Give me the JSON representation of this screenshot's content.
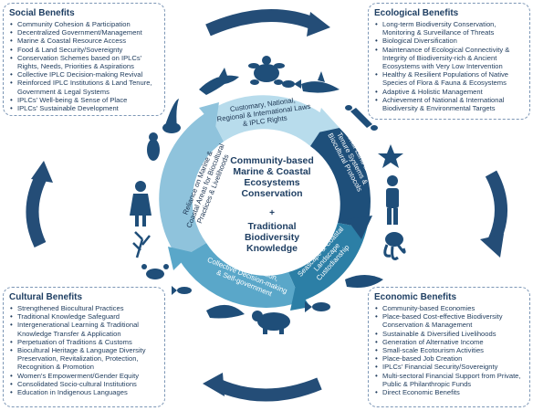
{
  "social": {
    "title": "Social Benefits",
    "items": [
      "Community Cohesion & Participation",
      "Decentralized Government/Management",
      "Marine & Coastal Resource Access",
      "Food & Land Security/Sovereignty",
      "Conservation Schemes based on IPLCs' Rights, Needs, Priorities & Aspirations",
      "Collective IPLC Decision-making Revival",
      "Reinforced IPLC Institutions & Land Tenure, Government & Legal Systems",
      "IPLCs' Well-being & Sense of Place",
      "IPLCs' Sustainable Development"
    ]
  },
  "ecological": {
    "title": "Ecological Benefits",
    "items": [
      "Long-term Biodiversity Conservation, Monitoring & Surveillance of Threats",
      "Biological Diversification",
      "Maintenance of Ecological Connectivity & Integrity of Biodiversity-rich & Ancient Ecosystems with Very Low Intervention",
      "Healthy & Resilient Populations of Native Species of Flora & Fauna & Ecosystems",
      "Adaptive & Holistic Management",
      "Achievement of National & International Biodiversity & Environmental Targets"
    ]
  },
  "cultural": {
    "title": "Cultural Benefits",
    "items": [
      "Strengthened Biocultural Practices",
      "Traditional Knowledge Safeguard",
      "Intergenerational Learning & Traditional Knowledge Transfer & Application",
      "Perpetuation of Traditions & Customs",
      "Biocultural Heritage & Language Diversity Preservation, Revitalization, Protection, Recognition & Promotion",
      "Women's Empowerment/Gender Equity",
      "Consolidated Socio-cultural Institutions",
      "Education in Indigenous Languages"
    ]
  },
  "economic": {
    "title": "Economic Benefits",
    "items": [
      "Community-based Economies",
      "Place-based Cost-effective Biodiversity Conservation & Management",
      "Sustainable & Diversified Livelihoods",
      "Generation of Alternative Income",
      "Small-scale Ecotourism Activities",
      "Place-based Job Creation",
      "IPLCs' Financial Security/Sovereignty",
      "Multi-sectoral Financial Support from Private, Public & Philanthropic Funds",
      "Direct Economic Benefits"
    ]
  },
  "center": {
    "line1": "Community-based",
    "line2": "Marine & Coastal",
    "line3": "Ecosystems",
    "line4": "Conservation",
    "plus": "+",
    "line5": "Traditional",
    "line6": "Biodiversity",
    "line7": "Knowledge"
  },
  "segments": {
    "top": "Customary, National,\nRegional & International Laws\n& IPLC Rights",
    "right": "Traditional Land & Marine\nTenure Systems &\nBiocultural Protocols",
    "bottom_right": "Seascape & Coastal\nLandscape\nCustodianship",
    "bottom": "Self-determination,\nCollective Decision-making\n& Self-government",
    "left": "Reliance on Marine &\nCoastal Areas for Biocultural\nPractices & Livelihoods"
  },
  "colors": {
    "ring_light": "#a9d0e3",
    "ring_mid": "#5aa7c9",
    "ring_dark": "#1e4f7a",
    "ring_teal": "#2c7fa6",
    "figures": "#1f4e79",
    "arrows": "#244d77"
  },
  "icons": [
    "turtle-icon",
    "dolphin-icon",
    "fish-icon",
    "shark-icon",
    "lobster-icon",
    "starfish-icon",
    "man-icon",
    "octopus-icon",
    "whale-icon",
    "fish-icon",
    "bear-icon",
    "seal-icon",
    "crab-icon",
    "plant-icon",
    "woman-icon",
    "penguin-icon",
    "cormorant-icon"
  ]
}
